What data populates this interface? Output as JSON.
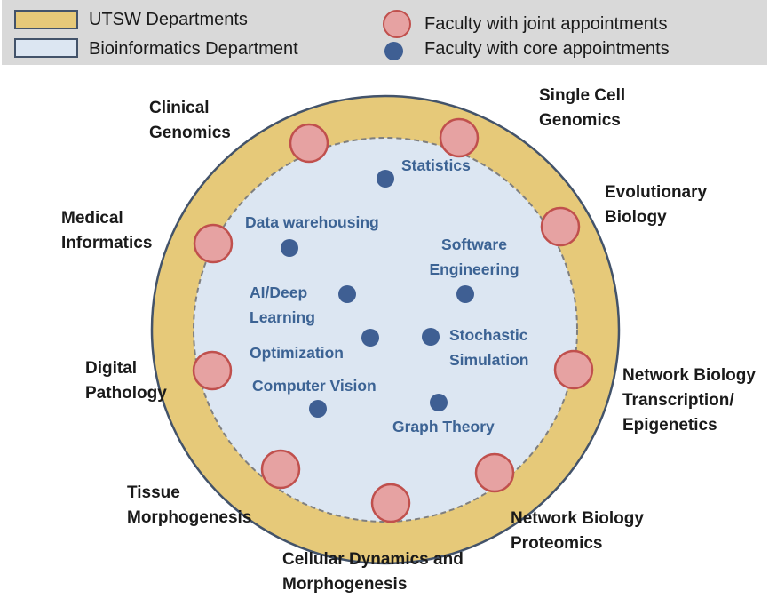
{
  "legend": {
    "utsw": "UTSW Departments",
    "bioinformatics": "Bioinformatics Department",
    "joint": "Faculty with joint appointments",
    "core": "Faculty with core appointments"
  },
  "outer_labels": {
    "clinical_genomics": "Clinical\nGenomics",
    "single_cell_genomics": "Single Cell\nGenomics",
    "evolutionary_biology": "Evolutionary\nBiology",
    "medical_informatics": "Medical\nInformatics",
    "network_biology_transcription": "Network Biology\nTranscription/\nEpigenetics",
    "digital_pathology": "Digital\nPathology",
    "tissue_morphogenesis": "Tissue\nMorphogenesis",
    "network_biology_proteomics": "Network Biology\nProteomics",
    "cellular_dynamics": "Cellular Dynamics and\nMorphogenesis"
  },
  "inner_labels": {
    "statistics": "Statistics",
    "data_warehousing": "Data warehousing",
    "software_engineering": "Software\nEngineering",
    "ai_deep_learning": "AI/Deep\nLearning",
    "optimization": "Optimization",
    "stochastic_simulation": "Stochastic\nSimulation",
    "computer_vision": "Computer Vision",
    "graph_theory": "Graph Theory"
  },
  "colors": {
    "utsw_ring": "#e6c979",
    "bioinformatics_fill": "#dce6f2",
    "ring_outline": "#43536a",
    "joint_fill": "#e6a2a2",
    "joint_border": "#c0504d",
    "core_fill": "#3f5f93",
    "inner_text": "#3c6394"
  }
}
